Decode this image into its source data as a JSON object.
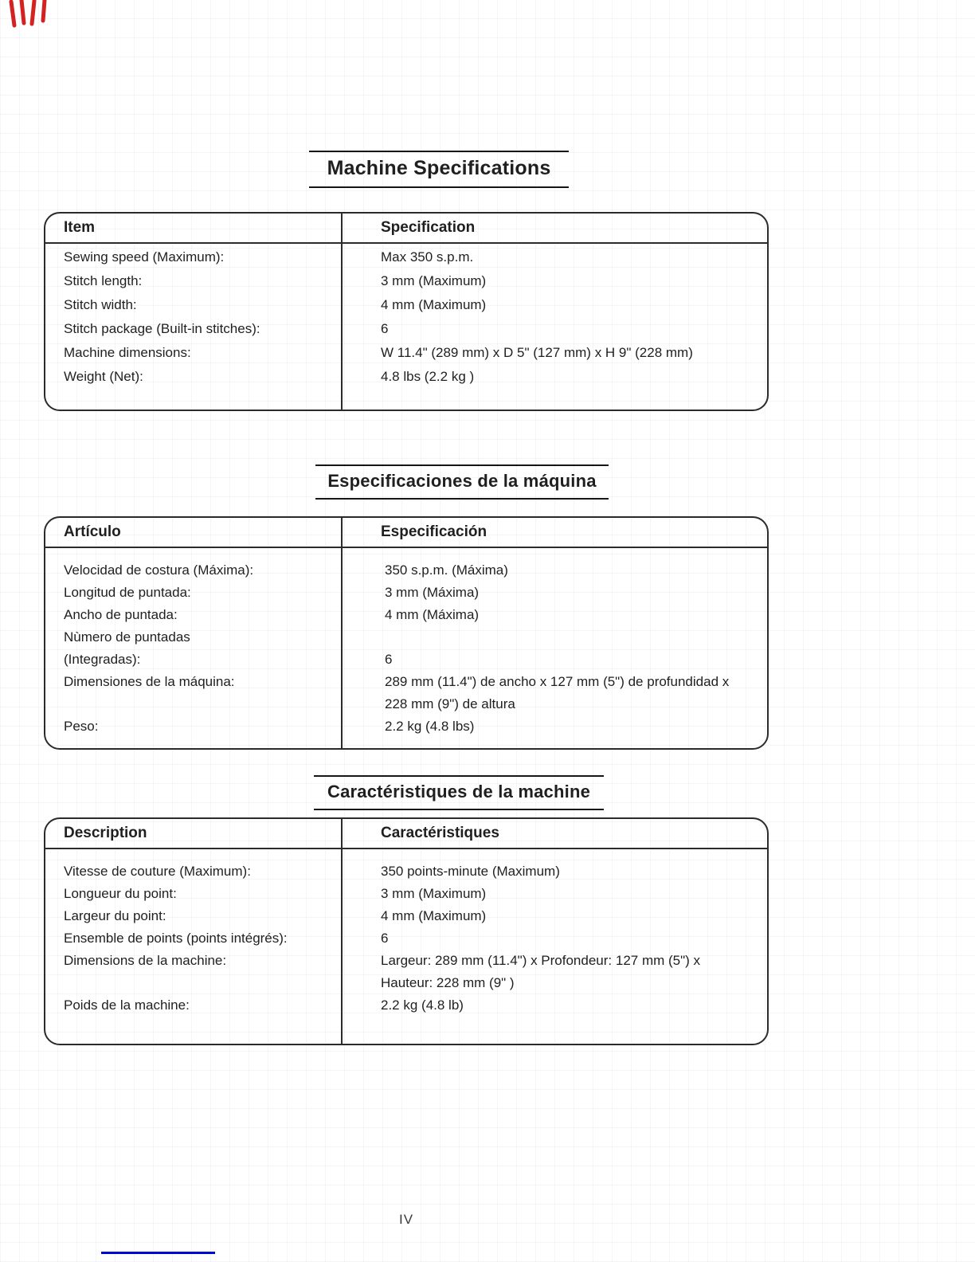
{
  "page": {
    "page_number": "IV",
    "accent_blue": "#0009cf",
    "red_mark_color": "#d42222",
    "ink_color": "#1f1f1f"
  },
  "sections": [
    {
      "title": "Machine Specifications",
      "table": {
        "col1_header": "Item",
        "col2_header": "Specification",
        "rows": [
          {
            "label": "Sewing speed (Maximum):",
            "value": "Max 350 s.p.m."
          },
          {
            "label": "Stitch length:",
            "value": "3 mm (Maximum)"
          },
          {
            "label": "Stitch width:",
            "value": "4 mm (Maximum)"
          },
          {
            "label": "Stitch package (Built-in stitches):",
            "value": "6"
          },
          {
            "label": "Machine dimensions:",
            "value": "W 11.4\" (289 mm) x D 5\" (127 mm) x H 9\" (228 mm)"
          },
          {
            "label": "Weight (Net):",
            "value": "4.8 lbs (2.2 kg )"
          }
        ]
      }
    },
    {
      "title": "Especificaciones de la máquina",
      "table": {
        "col1_header": "Artículo",
        "col2_header": "Especificación",
        "rows": [
          {
            "label": "Velocidad de costura (Máxima):",
            "value": "350 s.p.m. (Máxima)"
          },
          {
            "label": "Longitud de puntada:",
            "value": "3 mm (Máxima)"
          },
          {
            "label": "Ancho de puntada:",
            "value": "4 mm (Máxima)"
          },
          {
            "label": "Nùmero de puntadas",
            "value": ""
          },
          {
            "label": "(Integradas):",
            "value": "6"
          },
          {
            "label": "Dimensiones de la máquina:",
            "value": "289 mm (11.4\") de ancho x 127 mm (5\") de profundidad x"
          },
          {
            "label": "",
            "value": "228 mm (9\") de altura"
          },
          {
            "label": "Peso:",
            "value": "2.2 kg (4.8 lbs)"
          }
        ]
      }
    },
    {
      "title": "Caractéristiques de la machine",
      "table": {
        "col1_header": "Description",
        "col2_header": "Caractéristiques",
        "rows": [
          {
            "label": "Vitesse de couture (Maximum):",
            "value": "350 points-minute (Maximum)"
          },
          {
            "label": "Longueur du point:",
            "value": "3 mm (Maximum)"
          },
          {
            "label": "Largeur du point:",
            "value": "4 mm (Maximum)"
          },
          {
            "label": "Ensemble de points (points intégrés):",
            "value": "6"
          },
          {
            "label": "Dimensions de la machine:",
            "value": "Largeur: 289 mm (11.4\") x Profondeur: 127 mm (5\") x"
          },
          {
            "label": "",
            "value": "Hauteur: 228 mm (9\" )"
          },
          {
            "label": "Poids de la machine:",
            "value": "2.2 kg (4.8 lb)"
          }
        ]
      }
    }
  ]
}
